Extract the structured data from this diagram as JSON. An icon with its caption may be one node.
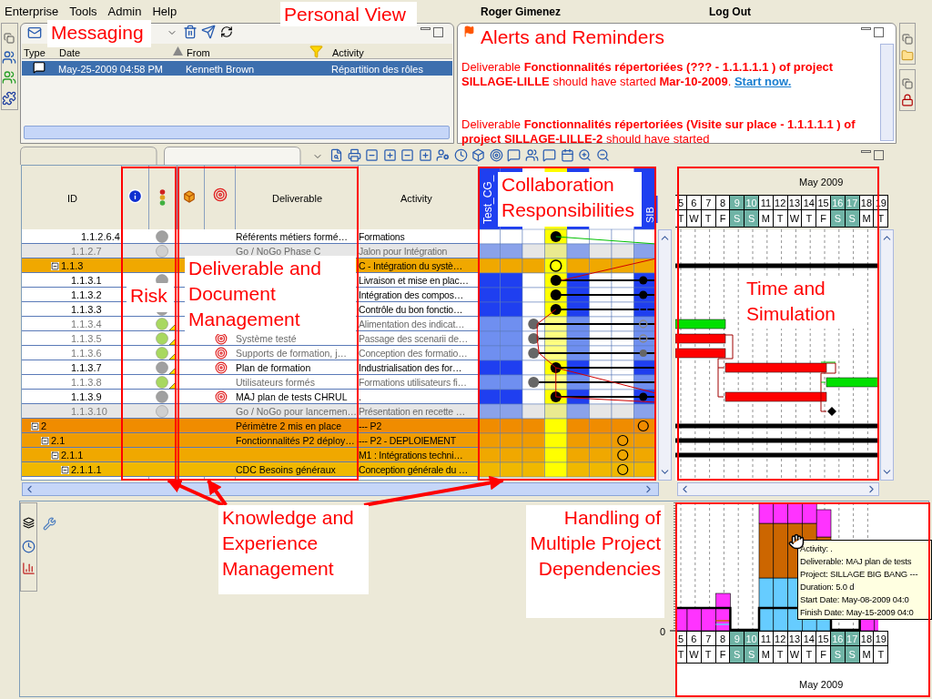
{
  "diagram": {
    "nodes": [
      {
        "text": [
          "Personal View"
        ]
      },
      {
        "text": [
          "Messaging"
        ]
      },
      {
        "text": [
          "Alerts and Reminders"
        ]
      },
      {
        "text": [],
        "shape": "box"
      },
      {
        "text": [
          "Risk"
        ],
        "in": 3
      },
      {
        "text": [],
        "shape": "box"
      },
      {
        "text": [
          "Deliverable and Document Management"
        ],
        "in": 5
      },
      {
        "text": [],
        "shape": "box"
      },
      {
        "text": [
          "Collaboration Responsibilities"
        ],
        "in": 7
      },
      {
        "text": [],
        "shape": "box"
      },
      {
        "text": [
          "Time and Simulation"
        ],
        "in": 9
      },
      {
        "text": [
          "Knowledge and Experience Management"
        ]
      },
      {
        "text": [
          "Handling of Multiple Project Dependencies"
        ]
      },
      {
        "text": [],
        "shape": "box"
      }
    ],
    "edges": [
      {
        "from": 11,
        "to": 3,
        "arrow": "to"
      },
      {
        "from": 11,
        "to": 5,
        "arrow": "to"
      },
      {
        "from": 11,
        "to": 7,
        "arrow": "to"
      }
    ],
    "labels": [
      "Enterprise",
      "Tools",
      "Admin",
      "Help",
      "Roger Gimenez",
      "Log Out",
      "Type",
      "Date",
      "From",
      "Activity",
      "May-25-2009 04:58 PM",
      "Kenneth Brown",
      "Répartition des rôles",
      "Deliverable **Fonctionnalités répertoriées (??? - 1.1.1.1.1 ) of project SILLAGE-LILLE** should have started **Mar-10-2009**.",
      "Start now.",
      "Deliverable **Fonctionnalités répertoriées (Visite sur place - 1.1.1.1.1 ) of project SILLAGE-LILLE-2** should have started",
      "ID",
      "Deliverable",
      "Activity",
      "Test_CG_",
      "SIB",
      "May 2009",
      "5",
      "6",
      "7",
      "8",
      "9",
      "10",
      "11",
      "12",
      "13",
      "14",
      "15",
      "16",
      "17",
      "18",
      "19",
      "T",
      "W",
      "T",
      "F",
      "S",
      "S",
      "M",
      "T",
      "W",
      "T",
      "F",
      "S",
      "S",
      "M",
      "T",
      "1.1.2.6.4",
      "Référents métiers formé…",
      "Formations",
      "1.1.2.7",
      "Go / NoGo Phase C",
      "Jalon pour Intégration",
      "1.1.3",
      "C - Intégration du systè…",
      "1.1.3.1",
      "Livraison et mise en plac…",
      "1.1.3.2",
      "Intégration des compos…",
      "1.1.3.3",
      "Contrôle du bon fonctio…",
      "1.1.3.4",
      "Alimentation des indicat…",
      "1.1.3.5",
      "Système testé",
      "Passage des scenarii de…",
      "1.1.3.6",
      "Supports de formation, j…",
      "Conception des formatio…",
      "1.1.3.7",
      "Plan de formation",
      "Industrialisation des for…",
      "1.1.3.8",
      "Utilisateurs formés",
      "Formations utilisateurs fi…",
      "1.1.3.9",
      "MAJ plan de tests CHRUL",
      ".",
      "1.1.3.10",
      "Go / NoGo pour lancemen…",
      "Présentation en recette …",
      "2",
      "Périmètre 2 mis en place",
      "--- P2",
      "2.1",
      "Fonctionnalités P2 déploy…",
      "--- P2 - DEPLOIEMENT",
      "2.1.1",
      "M1 : Intégrations techni…",
      "2.1.1.1",
      "CDC Besoins généraux",
      "Conception générale du …",
      "Activity: .",
      "Deliverable: MAJ plan de tests",
      "Project: SILLAGE BIG BANG ---",
      "Duration: 5.0 d",
      "Start Date: May-08-2009 04:0",
      "Finish Date: May-15-2009 04:0",
      "0",
      "5",
      "6",
      "7",
      "8",
      "9",
      "10",
      "11",
      "12",
      "13",
      "14",
      "15",
      "16",
      "17",
      "18",
      "19",
      "T",
      "W",
      "T",
      "F",
      "S",
      "S",
      "M",
      "T",
      "W",
      "T",
      "F",
      "S",
      "S",
      "M",
      "T",
      "May 2009"
    ]
  }
}
